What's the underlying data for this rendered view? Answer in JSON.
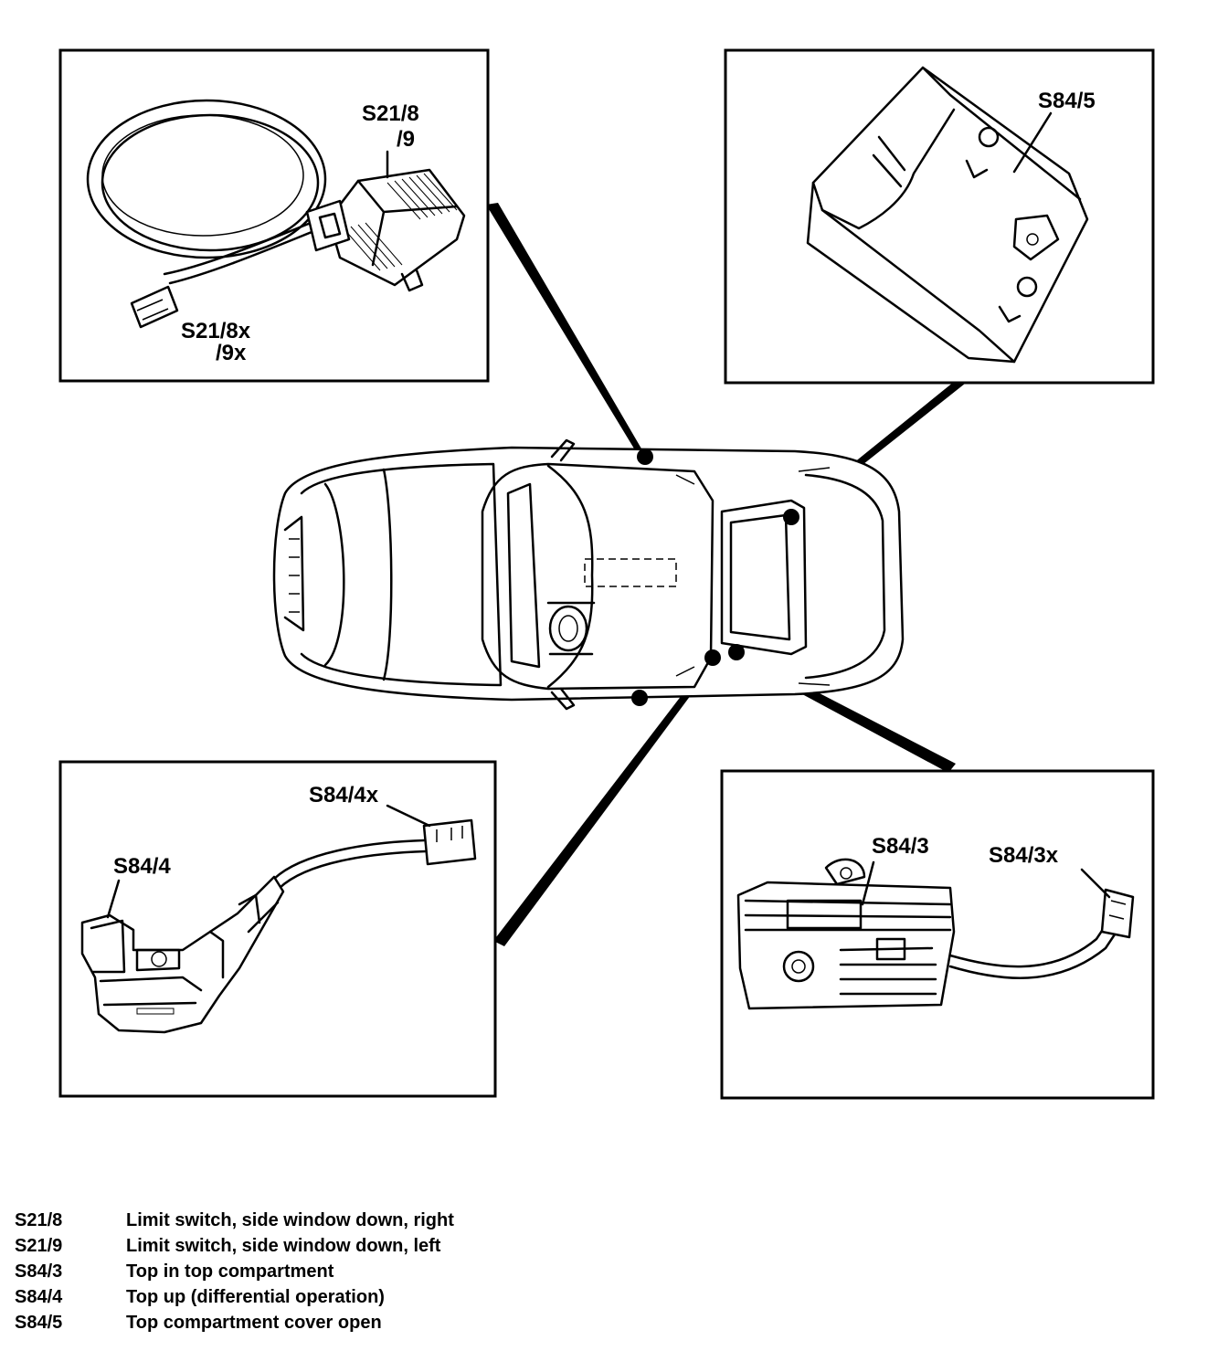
{
  "callouts": {
    "top_left": {
      "component_label_line1": "S21/8",
      "component_label_line2": "/9",
      "connector_label_line1": "S21/8x",
      "connector_label_line2": "/9x"
    },
    "top_right": {
      "component_label": "S84/5"
    },
    "bottom_left": {
      "connector_label": "S84/4x",
      "component_label": "S84/4"
    },
    "bottom_right": {
      "component_label": "S84/3",
      "connector_label": "S84/3x"
    }
  },
  "legend": [
    {
      "code": "S21/8",
      "description": "Limit switch, side window down, right"
    },
    {
      "code": "S21/9",
      "description": "Limit switch, side window down, left"
    },
    {
      "code": "S84/3",
      "description": "Top in top compartment"
    },
    {
      "code": "S84/4",
      "description": "Top up (differential operation)"
    },
    {
      "code": "S84/5",
      "description": "Top compartment cover open"
    }
  ]
}
